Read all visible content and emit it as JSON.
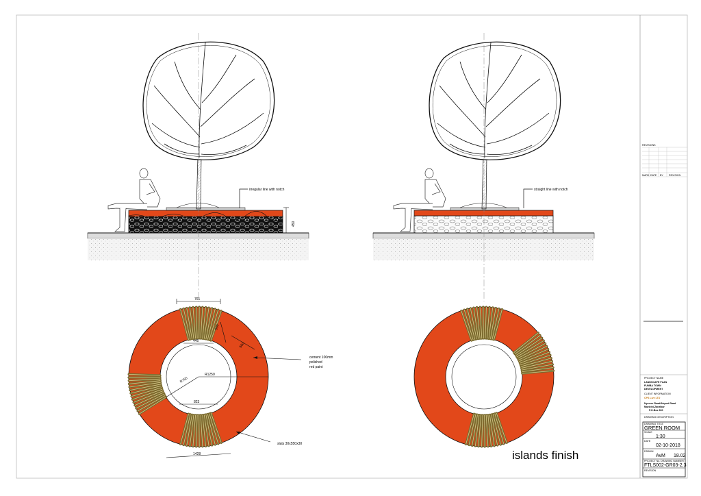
{
  "annotations": {
    "left_elevation_note": "irregular line with notch",
    "right_elevation_note": "straight line with notch",
    "height_dim": "450",
    "material_note_line1": "cement 100mm",
    "material_note_line2": "polished",
    "material_note_line3": "red paint",
    "slats_note": "slats 30x550x30",
    "islands_label": "islands finish"
  },
  "dimensions": {
    "d761": "761",
    "d445": "445",
    "d550": "550",
    "d500": "500",
    "r1250": "R1250",
    "r750": "R750",
    "d823": "823",
    "d1428": "1428"
  },
  "title_block": {
    "revisions_heading": "REVISIONS",
    "rev_cols": [
      "MARK",
      "DATE",
      "BY",
      "REVISION"
    ],
    "project_name_label": "PROJECT NAME",
    "project_name": [
      "LANDSCAPE PLAN",
      "FUMBA TOWN",
      "DEVELOPMENT"
    ],
    "client_label": "CLIENT INFORMATION",
    "client_name": "CPS Live LTD",
    "client_address": [
      "Nyerere Road/Airport Road",
      "Mazizini-Zanzibar",
      "P.O.Box 300"
    ],
    "drawing_description_label": "DRAWING DESCRIPTION",
    "drawing_title_label": "DRAWING TITLE",
    "drawing_title": "GREEN ROOM",
    "scale_label": "SCALE",
    "scale": "1:30",
    "date_label": "DATE",
    "date": "02-10-2018",
    "drawn_label": "DRAWN",
    "drawn_by": "AvM",
    "drawn_code": "18.02",
    "project_no_label": "PROJECT No.",
    "drawing_number_label": "DRAWING NUMBER",
    "drawing_number": "FTLS002-GR03-2.3",
    "revision_label": "REVISION"
  },
  "colors": {
    "paint_red": "#e2481a",
    "slat_olive": "#7a6a2e",
    "line": "#111111"
  }
}
